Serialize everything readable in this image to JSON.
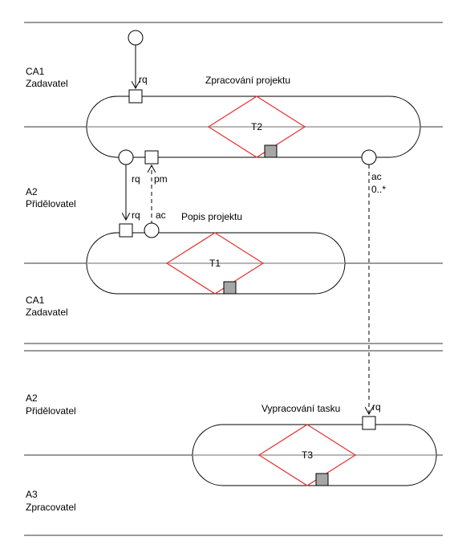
{
  "roles": {
    "ca1_top": [
      "CA1",
      "Zadavatel"
    ],
    "a2_mid": [
      "A2",
      "Přidělovatel"
    ],
    "ca1_bottom": [
      "CA1",
      "Zadavatel"
    ],
    "a2_lower": [
      "A2",
      "Přidělovatel"
    ],
    "a3_bottom": [
      "A3",
      "Zpracovatel"
    ]
  },
  "transactions": {
    "t2": {
      "title": "Zpracování projektu",
      "label": "T2"
    },
    "t1": {
      "title": "Popis projektu",
      "label": "T1"
    },
    "t3": {
      "title": "Vypracování tasku",
      "label": "T3"
    }
  },
  "links": {
    "rq": "rq",
    "pm": "pm",
    "ac": "ac",
    "card": "0..*"
  }
}
